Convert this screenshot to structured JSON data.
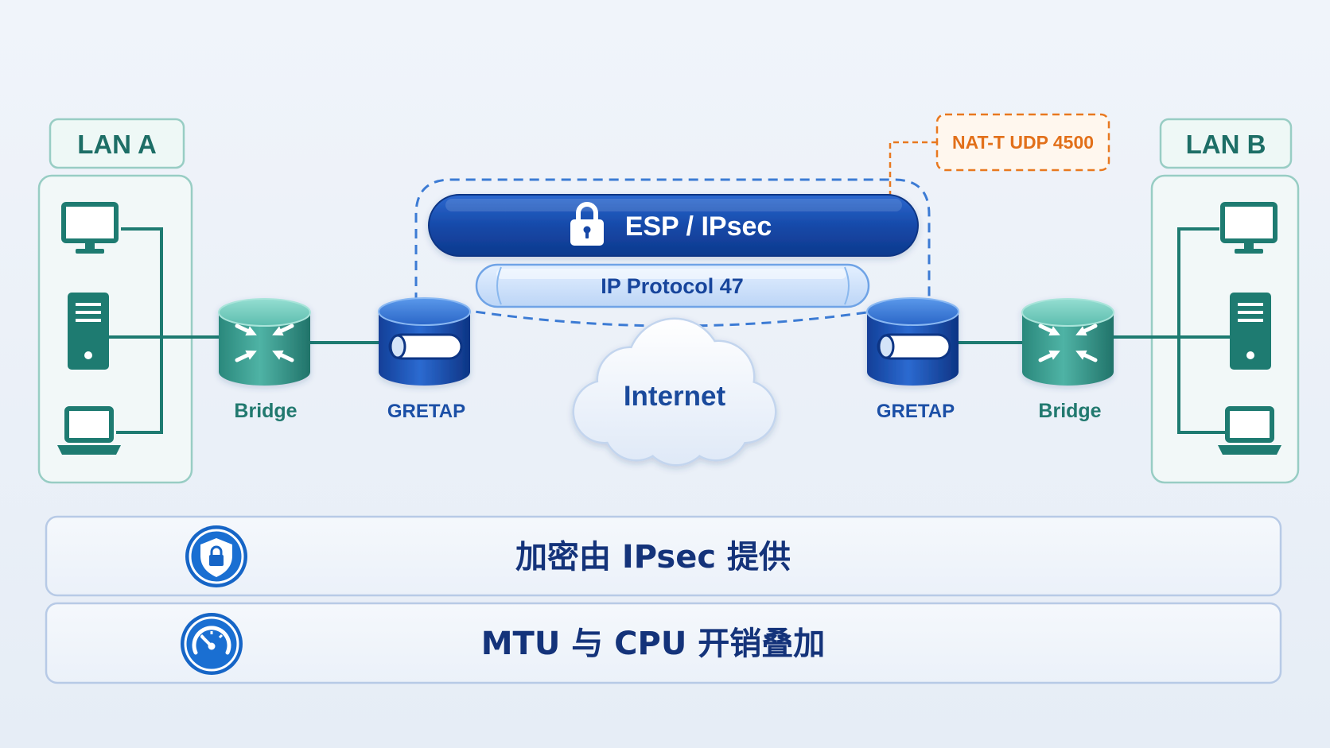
{
  "lan_a": {
    "label": "LAN A",
    "hosts": [
      "monitor-icon",
      "server-icon",
      "laptop-icon"
    ]
  },
  "lan_b": {
    "label": "LAN B",
    "hosts": [
      "monitor-icon",
      "server-icon",
      "laptop-icon"
    ]
  },
  "nodes": {
    "bridge_left": {
      "label": "Bridge",
      "icon": "bridge-icon"
    },
    "gretap_left": {
      "label": "GRETAP",
      "icon": "tunnel-icon"
    },
    "internet": {
      "label": "Internet",
      "icon": "cloud-icon"
    },
    "gretap_right": {
      "label": "GRETAP",
      "icon": "tunnel-icon"
    },
    "bridge_right": {
      "label": "Bridge",
      "icon": "bridge-icon"
    }
  },
  "tunnel": {
    "outer": {
      "label": "ESP / IPsec",
      "icon": "lock-icon"
    },
    "inner": {
      "label": "IP Protocol 47"
    }
  },
  "nat_t": {
    "label": "NAT-T UDP 4500"
  },
  "notes": [
    {
      "text": "加密由 IPsec 提供",
      "icon": "shield-lock-icon"
    },
    {
      "text": "MTU 与 CPU 开销叠加",
      "icon": "gauge-icon"
    }
  ],
  "colors": {
    "lan": "#1e7b71",
    "gretap": "#1548a8",
    "esp": "#1548a8",
    "nat_t": "#e8781f",
    "note_text": "#14337a"
  }
}
